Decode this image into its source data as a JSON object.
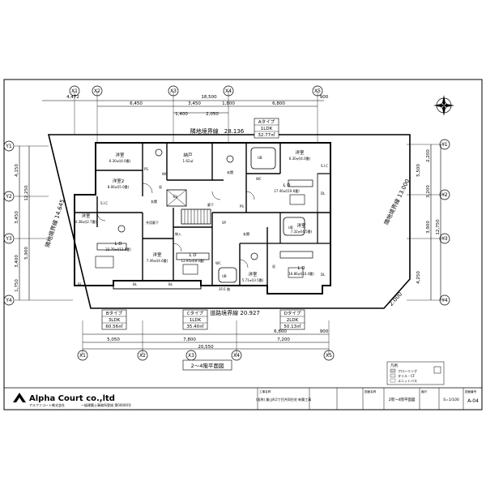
{
  "dimensions_top": [
    "4,472",
    "6,450",
    "3,450",
    "1,800",
    "6,800",
    "18,500",
    "1,400",
    "2,050",
    "900"
  ],
  "dimensions_bottom": [
    "5,050",
    "7,800",
    "7,200",
    "20,550",
    "6,800",
    "900"
  ],
  "dimensions_left": [
    "4,150",
    "1,750",
    "3,450",
    "3,400",
    "5,900",
    "12,250"
  ],
  "dimensions_right": [
    "2,200",
    "3,200",
    "5,500",
    "3,900",
    "12,750",
    "4,250"
  ],
  "grid_top": [
    "X1",
    "X2",
    "X3",
    "X4",
    "X5"
  ],
  "grid_bottom": [
    "X1",
    "X2",
    "X3",
    "X4",
    "X5"
  ],
  "grid_left": [
    "Y1",
    "Y2",
    "Y3",
    "Y4"
  ],
  "grid_right": [
    "Y1",
    "Y2",
    "Y3",
    "Y4"
  ],
  "boundary_top": "隣地境界線　28.136",
  "boundary_left": "隣地境界線 14.645",
  "boundary_right": "隣地境界線 13.000",
  "boundary_bottom": "道路境界線 20.927",
  "boundary_corner": "2.000",
  "rooms": [
    {
      "label": "洋室",
      "sub": "6.30㎡(4.0畳)"
    },
    {
      "label": "納戸",
      "sub": "1.62㎡"
    },
    {
      "label": "洋室2",
      "sub": "8.06㎡(5.0畳)"
    },
    {
      "label": "洋室",
      "sub": "4.38㎡(2.7畳)"
    },
    {
      "label": "L D",
      "sub": "22.70㎡(13.8畳)"
    },
    {
      "label": "洋室",
      "sub": "7.49㎡(4.6畳)"
    },
    {
      "label": "L D",
      "sub": "12.95㎡(8.0畳)"
    },
    {
      "label": "洋室",
      "sub": "6.30㎡(4.0畳)"
    },
    {
      "label": "洋室",
      "sub": "7.32㎡(4.5畳)"
    },
    {
      "label": "L D",
      "sub": "17.40㎡(10.6畳)"
    },
    {
      "label": "洋室",
      "sub": "5.71㎡(3.5畳)"
    },
    {
      "label": "L D",
      "sub": "16.86㎡(10.4畳)"
    }
  ],
  "small_labels": [
    "玄関",
    "玄関",
    "玄関",
    "WC",
    "WC",
    "WC",
    "UB",
    "UB",
    "UB",
    "S.I.C",
    "S.I.C",
    "物入",
    "廊下",
    "共用廊下",
    "EV",
    "PS",
    "PS",
    "DL",
    "DL",
    "BL",
    "BL",
    "BL",
    "SP",
    "収",
    "収"
  ],
  "type_a": {
    "name": "Aタイプ",
    "layout": "1LDK",
    "area": "32.77㎡"
  },
  "type_b": {
    "name": "Bタイプ",
    "layout": "3LDK",
    "area": "60.56㎡"
  },
  "type_c": {
    "name": "Cタイプ",
    "layout": "1LDK",
    "area": "35.40㎡"
  },
  "type_d": {
    "name": "Dタイプ",
    "layout": "2LDK",
    "area": "50.13㎡"
  },
  "center_label": "2F/1\n階",
  "plan_title": "2～4階平面図",
  "legend": {
    "title": "凡例",
    "rows": [
      "フローリング",
      "タイル・CF",
      "ユニットバス"
    ]
  },
  "title_block": {
    "company": "Alpha Court co.,ltd",
    "company_sub": "アルファコート株式会社",
    "company_addr": "一級建築士事務所登録 第00000号",
    "project": "(仮称) 美山町2丁目共同住宅 新築工事",
    "drawing_name": "2階～4階平面図",
    "scale": "S=1/100",
    "sheet_no": "A-04",
    "label_project": "工事名称",
    "label_drawing": "図面名称",
    "label_scale": "縮尺",
    "label_no": "図面番号"
  }
}
